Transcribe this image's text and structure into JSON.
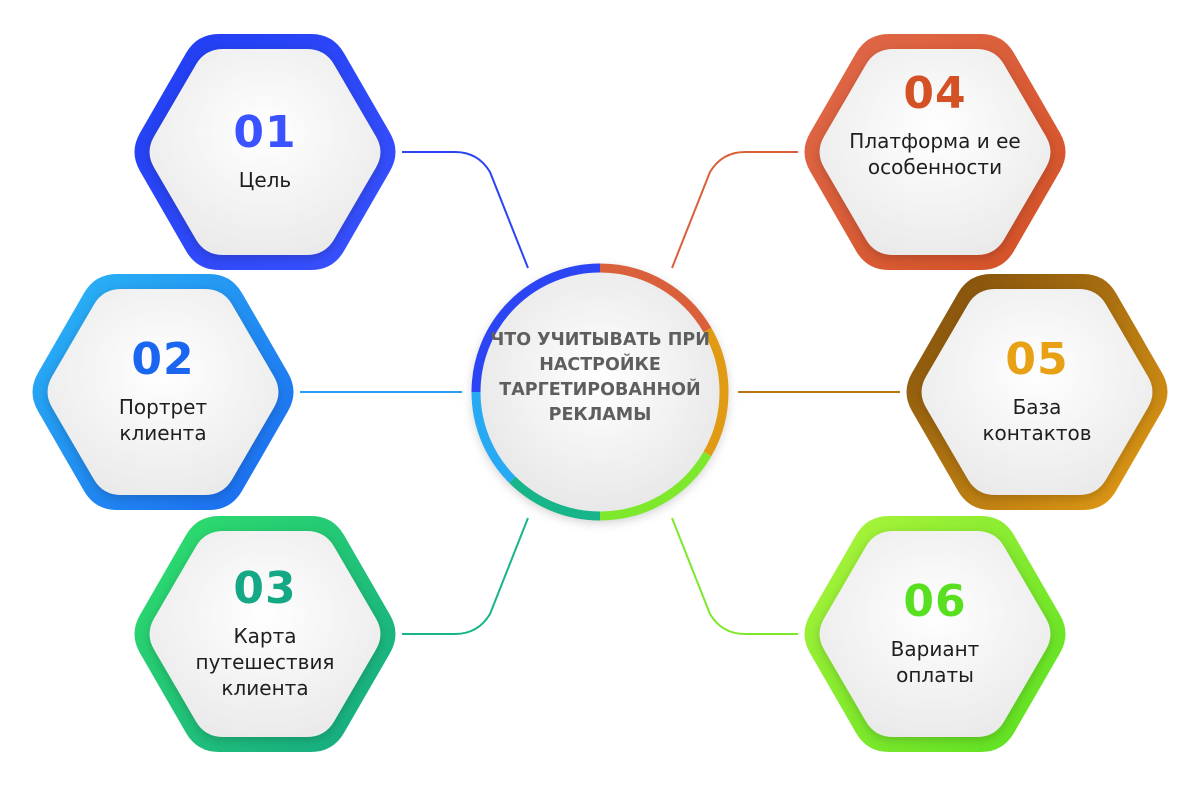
{
  "center": {
    "title": "ЧТО УЧИТЫВАТЬ ПРИ НАСТРОЙКЕ ТАРГЕТИРОВАННОЙ РЕКЛАМЫ"
  },
  "items": [
    {
      "number": "01",
      "label": "Цель",
      "color_from": "#1f3df2",
      "color_to": "#3a52ff"
    },
    {
      "number": "02",
      "label": "Портрет клиента",
      "color_from": "#2ab8f5",
      "color_to": "#1a66f0"
    },
    {
      "number": "03",
      "label": "Карта путешествия клиента",
      "color_from": "#2fe06a",
      "color_to": "#14a885"
    },
    {
      "number": "04",
      "label": "Платформа и ее особенности",
      "color_from": "#e0694a",
      "color_to": "#d45025"
    },
    {
      "number": "05",
      "label": "База контактов",
      "color_from": "#7a4a0c",
      "color_to": "#e8a015"
    },
    {
      "number": "06",
      "label": "Вариант оплаты",
      "color_from": "#aef53c",
      "color_to": "#58e020"
    }
  ]
}
